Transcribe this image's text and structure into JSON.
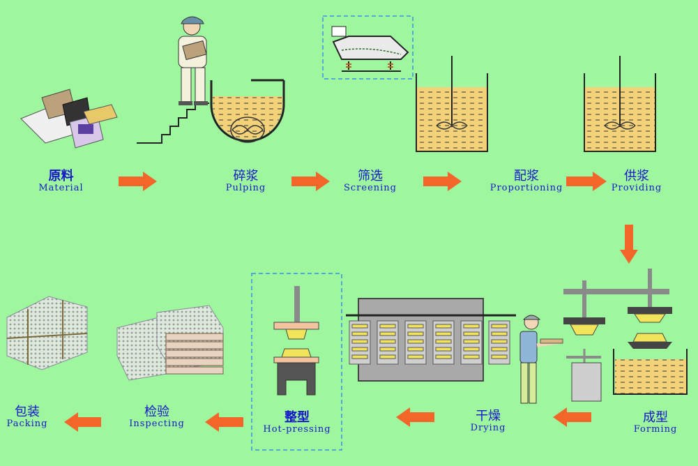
{
  "steps": [
    {
      "zh": "原料",
      "en": "Material"
    },
    {
      "zh": "碎浆",
      "en": "Pulping"
    },
    {
      "zh": "筛选",
      "en": "Screening"
    },
    {
      "zh": "配浆",
      "en": "Proportioning"
    },
    {
      "zh": "供浆",
      "en": "Providing"
    },
    {
      "zh": "成型",
      "en": "Forming"
    },
    {
      "zh": "干燥",
      "en": "Drying"
    },
    {
      "zh": "整型",
      "en": "Hot-pressing"
    },
    {
      "zh": "检验",
      "en": "Inspecting"
    },
    {
      "zh": "包装",
      "en": "Packing"
    }
  ],
  "colors": {
    "background": "#9ef79e",
    "label_text": "#1515c8",
    "arrow": "#f2662a",
    "pulp": "#f3d27a",
    "dashed_frame": "#3a8fe0",
    "machine_gray": "#8a8a8a"
  }
}
